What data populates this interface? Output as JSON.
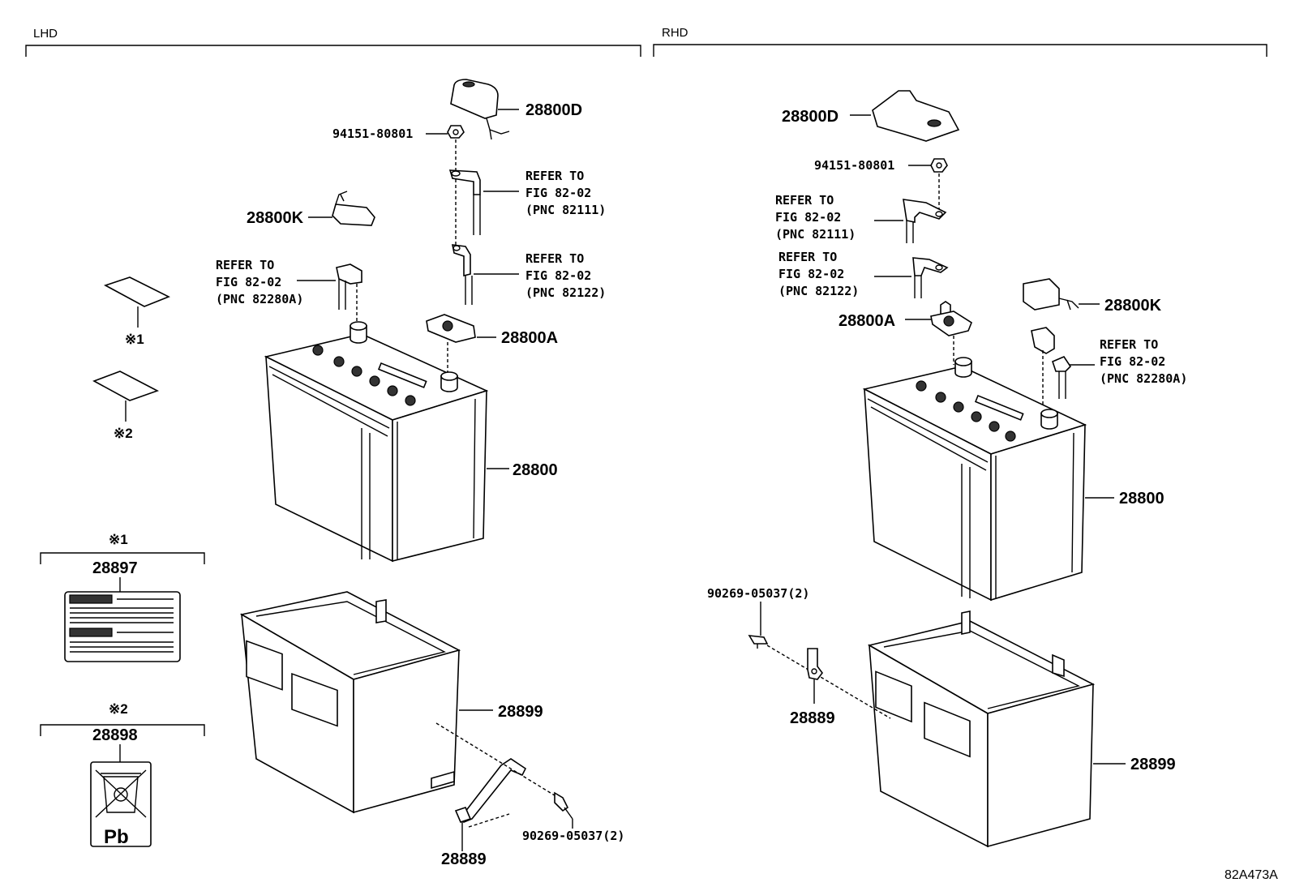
{
  "sections": {
    "left": "LHD",
    "right": "RHD"
  },
  "figure_code": "82A473A",
  "lhd": {
    "cover": "28800D",
    "nut": "94151-80801",
    "terminal_k": "28800K",
    "clamp": "28800A",
    "battery": "28800",
    "tray": "28899",
    "hold_down": "28889",
    "bolt": "90269-05037(2)",
    "ref1": {
      "l1": "REFER TO",
      "l2": "FIG 82-02",
      "l3": "(PNC 82111)"
    },
    "ref2": {
      "l1": "REFER TO",
      "l2": "FIG 82-02",
      "l3": "(PNC 82122)"
    },
    "ref3": {
      "l1": "REFER TO",
      "l2": "FIG 82-02",
      "l3": "(PNC 82280A)"
    },
    "note1": "※1",
    "note2": "※2",
    "label1": {
      "marker": "※1",
      "part": "28897"
    },
    "label2": {
      "marker": "※2",
      "part": "28898",
      "symbol": "Pb"
    }
  },
  "rhd": {
    "cover": "28800D",
    "nut": "94151-80801",
    "terminal_k": "28800K",
    "clamp": "28800A",
    "battery": "28800",
    "tray": "28899",
    "hold_down": "28889",
    "bolt": "90269-05037(2)",
    "ref1": {
      "l1": "REFER TO",
      "l2": "FIG 82-02",
      "l3": "(PNC 82111)"
    },
    "ref2": {
      "l1": "REFER TO",
      "l2": "FIG 82-02",
      "l3": "(PNC 82122)"
    },
    "ref3": {
      "l1": "REFER TO",
      "l2": "FIG 82-02",
      "l3": "(PNC 82280A)"
    }
  }
}
